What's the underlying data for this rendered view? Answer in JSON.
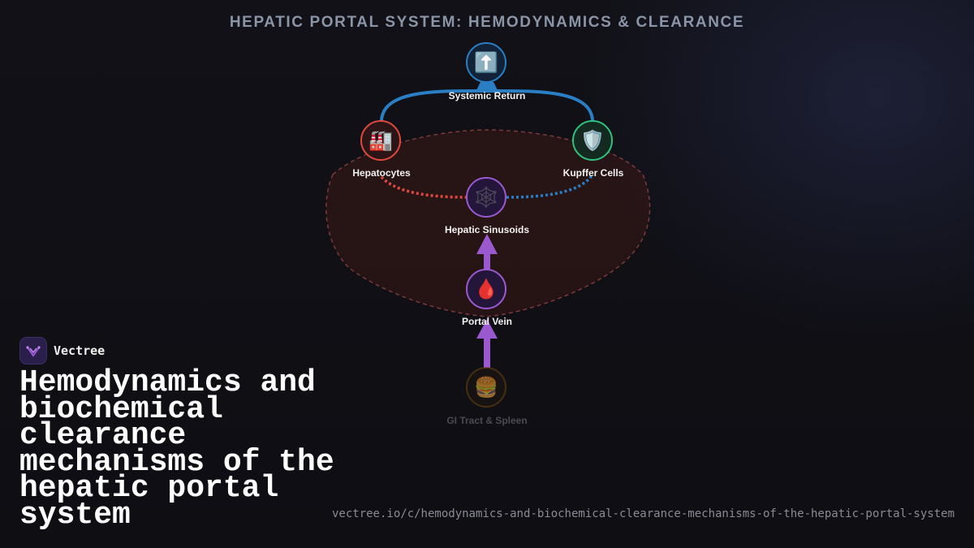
{
  "diagram": {
    "title": "HEPATIC PORTAL SYSTEM: HEMODYNAMICS & CLEARANCE",
    "nodes": {
      "systemic": {
        "label": "Systemic Return",
        "icon": "up-arrow-icon",
        "glyph": "⬆️",
        "color": "#2a7fc4"
      },
      "hepatocytes": {
        "label": "Hepatocytes",
        "icon": "factory-icon",
        "glyph": "🏭",
        "color": "#e0483e"
      },
      "kupffer": {
        "label": "Kupffer Cells",
        "icon": "shield-icon",
        "glyph": "🛡️",
        "color": "#2ec27e"
      },
      "sinusoids": {
        "label": "Hepatic Sinusoids",
        "icon": "spider-web-icon",
        "glyph": "🕸️",
        "color": "#9b59d0"
      },
      "portal": {
        "label": "Portal Vein",
        "icon": "blood-drop-icon",
        "glyph": "🩸",
        "color": "#9b59d0"
      },
      "gi": {
        "label": "GI Tract & Spleen",
        "icon": "burger-icon",
        "glyph": "🍔",
        "color": "#b8741a"
      }
    }
  },
  "brand": {
    "name": "Vectree"
  },
  "heading": "Hemodynamics and biochemical clearance mechanisms of the hepatic portal system",
  "url": "vectree.io/c/hemodynamics-and-biochemical-clearance-mechanisms-of-the-hepatic-portal-system"
}
